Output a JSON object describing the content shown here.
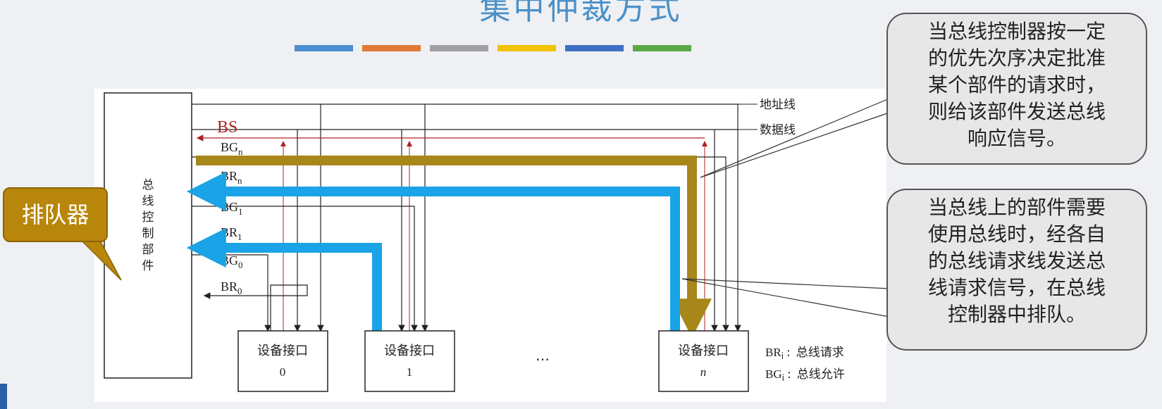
{
  "title": "集中仲裁方式",
  "color_bars": [
    "#4a8ed0",
    "#e07a35",
    "#a0a0a0",
    "#f2c200",
    "#3d6fc4",
    "#5aa845"
  ],
  "diagram": {
    "controller_label": [
      "总",
      "线",
      "控",
      "制",
      "部",
      "件"
    ],
    "address_line": "地址线",
    "data_line": "数据线",
    "bs_label": "BS",
    "signals": [
      {
        "base": "BG",
        "sub": "n"
      },
      {
        "base": "BR",
        "sub": "n"
      },
      {
        "base": "BG",
        "sub": "1"
      },
      {
        "base": "BR",
        "sub": "1"
      },
      {
        "base": "BG",
        "sub": "0"
      },
      {
        "base": "BR",
        "sub": "0"
      }
    ],
    "devices": [
      {
        "line1": "设备接口",
        "line2": "0"
      },
      {
        "line1": "设备接口",
        "line2": "1"
      },
      {
        "line1": "设备接口",
        "line2": "n"
      }
    ],
    "ellipsis": "…",
    "legend": [
      {
        "base": "BR",
        "sub": "i",
        "text": "总线请求"
      },
      {
        "base": "BG",
        "sub": "i",
        "text": "总线允许"
      }
    ],
    "colors": {
      "grant": "#a7861a",
      "request": "#1aa3e6",
      "bs": "#b02020",
      "line": "#222222"
    }
  },
  "queue_label": "排队器",
  "callout_top": [
    "当总线控制器按一定",
    "的优先次序决定批准",
    "某个部件的请求时，",
    "则给该部件发送总线",
    "响应信号。"
  ],
  "callout_bottom": [
    "当总线上的部件需要",
    "使用总线时，经各自",
    "的总线请求线发送总",
    "线请求信号，在总线",
    "控制器中排队。"
  ]
}
